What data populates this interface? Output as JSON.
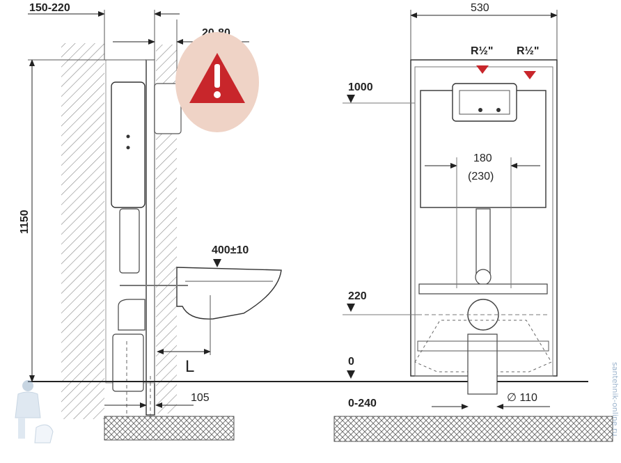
{
  "side_view": {
    "wall_distance": "150-220",
    "panel_thickness": "20-80",
    "height_1150": "1150",
    "bowl_height": "400±10",
    "length_label": "L",
    "drain_offset": "105"
  },
  "front_view": {
    "frame_width": "530",
    "inlet_left": "R½\"",
    "inlet_right": "R½\"",
    "level_1000": "1000",
    "bolt_spacing": "180",
    "bolt_spacing_alt": "(230)",
    "level_220": "220",
    "level_0": "0",
    "level_0_240": "0-240",
    "pipe_diameter": "∅ 110"
  },
  "warning_icon": "warning-triangle-icon",
  "watermark": "santehnik-online.ru",
  "colors": {
    "warning_red": "#c8262b",
    "warning_circle": "#efd3c6",
    "line": "#333333"
  }
}
